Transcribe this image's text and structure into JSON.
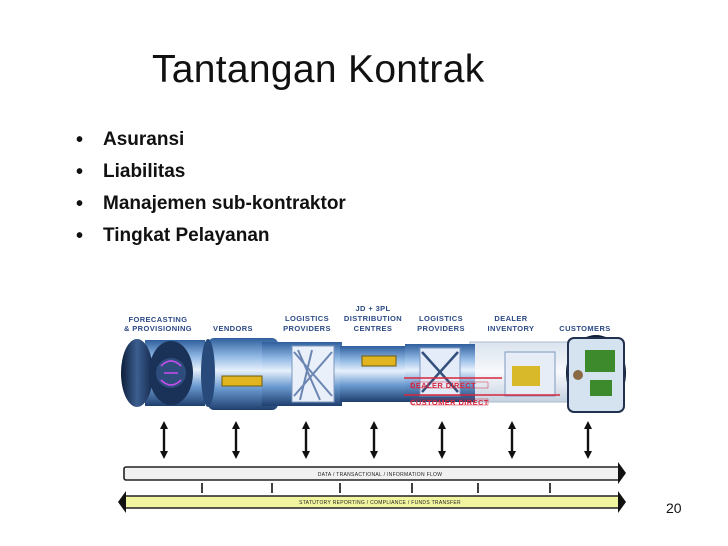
{
  "slide": {
    "title": "Tantangan Kontrak",
    "bullets": [
      "Asuransi",
      "Liabilitas",
      "Manajemen sub-kontraktor",
      "Tingkat Pelayanan"
    ],
    "page_number": "20"
  },
  "diagram": {
    "stages": [
      {
        "line1": "FORECASTING",
        "line2": "& PROVISIONING"
      },
      {
        "line1": "",
        "line2": "VENDORS"
      },
      {
        "line1": "LOGISTICS",
        "line2": "PROVIDERS"
      },
      {
        "line0": "JD + 3PL",
        "line1": "DISTRIBUTION",
        "line2": "CENTRES"
      },
      {
        "line1": "LOGISTICS",
        "line2": "PROVIDERS"
      },
      {
        "line1": "DEALER",
        "line2": "INVENTORY"
      },
      {
        "line1": "",
        "line2": "CUSTOMERS"
      }
    ],
    "flow_labels": {
      "dealer_direct": "DEALER DIRECT",
      "customer_direct": "CUSTOMER DIRECT"
    },
    "data_flow_label": "DATA / TRANSACTIONAL / INFORMATION FLOW",
    "statutory_label": "STATUTORY REPORTING / COMPLIANCE / FUNDS TRANSFER",
    "colors": {
      "pipe_blue": "#6a9ad0",
      "pipe_light": "#c9ddf2",
      "flow_red": "#d7263d",
      "data_bar": "#f1f1f1",
      "statutory_bar": "#f2f5a0"
    }
  }
}
